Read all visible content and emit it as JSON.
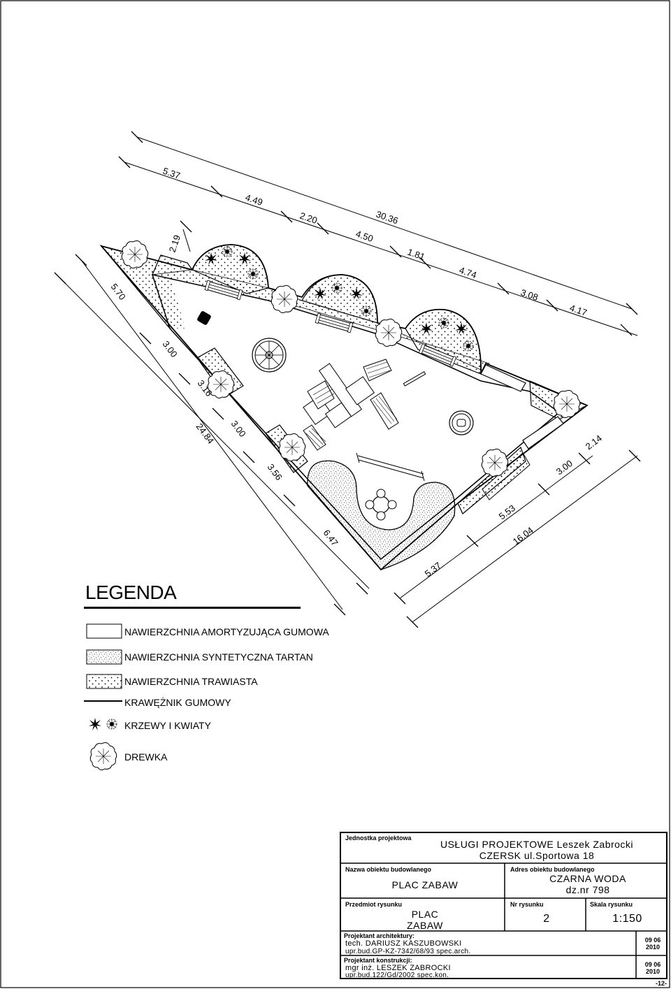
{
  "plan": {
    "dimensions_top": [
      "5.37",
      "4.49",
      "2.20",
      "4.50",
      "30.36",
      "1.81",
      "4.74",
      "3.08",
      "4.17",
      "2.19"
    ],
    "dimensions_left": [
      "5.70",
      "3.00",
      "3.16",
      "24.84",
      "3.00",
      "3.56",
      "6.47"
    ],
    "dimensions_bottom": [
      "5.37",
      "5.53",
      "16.04",
      "3.00",
      "2.14"
    ]
  },
  "legend": {
    "title": "LEGENDA",
    "items": [
      {
        "label": "NAWIERZCHNIA AMORTYZUJĄCA GUMOWA",
        "symbol": "plain-rect"
      },
      {
        "label": "NAWIERZCHNIA SYNTETYCZNA TARTAN",
        "symbol": "speckled-rect"
      },
      {
        "label": "NAWIERZCHNIA TRAWIASTA",
        "symbol": "dotted-rect"
      },
      {
        "label": "KRAWĘŻNIK GUMOWY",
        "symbol": "line"
      },
      {
        "label": "KRZEWY I KWIATY",
        "symbol": "shrub-icon"
      },
      {
        "label": "DREWKA",
        "symbol": "tree-icon"
      }
    ]
  },
  "title_block": {
    "unit_label": "Jednostka projektowa",
    "unit_line1": "USŁUGI PROJEKTOWE Leszek Zabrocki",
    "unit_line2": "CZERSK ul.Sportowa 18",
    "object_name_label": "Nazwa obiektu budowlanego",
    "object_name": "PLAC ZABAW",
    "object_address_label": "Adres obiektu budowlanego",
    "object_address_line1": "CZARNA WODA",
    "object_address_line2": "dz.nr 798",
    "subject_label": "Przedmiot rysunku",
    "subject_line1": "PLAC",
    "subject_line2": "ZABAW",
    "drawing_no_label": "Nr rysunku",
    "drawing_no": "2",
    "scale_label": "Skala rysunku",
    "scale": "1:150",
    "architect_label": "Projektant architektury:",
    "architect_name": "tech. DARIUSZ KASZUBOWSKI",
    "architect_license": "upr.bud.GP-KZ-7342/68/93 spec.arch.",
    "architect_date_line1": "09 06",
    "architect_date_line2": "2010",
    "structure_label": "Projektant konstrukcji:",
    "structure_name": "mgr inż. LESZEK ZABROCKI",
    "structure_license": "upr.bud.122/Gd/2002 spec.kon.",
    "structure_date_line1": "09 06",
    "structure_date_line2": "2010"
  },
  "page_number": "-12-"
}
